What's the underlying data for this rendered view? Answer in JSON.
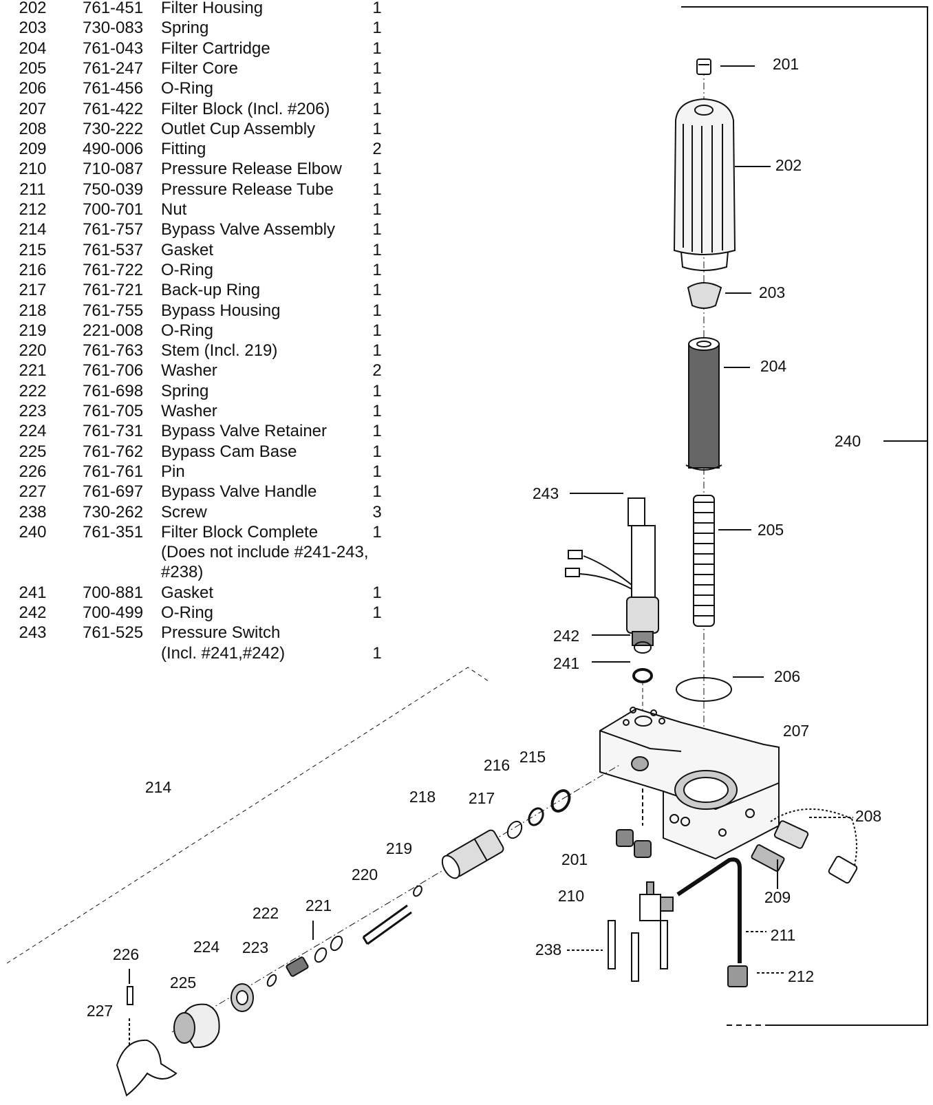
{
  "parts_list": [
    {
      "no": "202",
      "part": "761-451",
      "desc": "Filter Housing",
      "qty": "1"
    },
    {
      "no": "203",
      "part": "730-083",
      "desc": "Spring",
      "qty": "1"
    },
    {
      "no": "204",
      "part": "761-043",
      "desc": "Filter Cartridge",
      "qty": "1"
    },
    {
      "no": "205",
      "part": "761-247",
      "desc": "Filter Core",
      "qty": "1"
    },
    {
      "no": "206",
      "part": "761-456",
      "desc": "O-Ring",
      "qty": "1"
    },
    {
      "no": "207",
      "part": "761-422",
      "desc": "Filter Block (Incl. #206)",
      "qty": "1"
    },
    {
      "no": "208",
      "part": "730-222",
      "desc": "Outlet Cup Assembly",
      "qty": "1"
    },
    {
      "no": "209",
      "part": "490-006",
      "desc": "Fitting",
      "qty": "2"
    },
    {
      "no": "210",
      "part": "710-087",
      "desc": "Pressure Release Elbow",
      "qty": "1"
    },
    {
      "no": "211",
      "part": "750-039",
      "desc": "Pressure Release Tube",
      "qty": "1"
    },
    {
      "no": "212",
      "part": "700-701",
      "desc": "Nut",
      "qty": "1"
    },
    {
      "no": "214",
      "part": "761-757",
      "desc": "Bypass Valve Assembly",
      "qty": "1"
    },
    {
      "no": "215",
      "part": "761-537",
      "desc": "Gasket",
      "qty": "1"
    },
    {
      "no": "216",
      "part": "761-722",
      "desc": "O-Ring",
      "qty": "1"
    },
    {
      "no": "217",
      "part": "761-721",
      "desc": "Back-up Ring",
      "qty": "1"
    },
    {
      "no": "218",
      "part": "761-755",
      "desc": "Bypass Housing",
      "qty": "1"
    },
    {
      "no": "219",
      "part": "221-008",
      "desc": "O-Ring",
      "qty": "1"
    },
    {
      "no": "220",
      "part": "761-763",
      "desc": "Stem (Incl. 219)",
      "qty": "1"
    },
    {
      "no": "221",
      "part": "761-706",
      "desc": "Washer",
      "qty": "2"
    },
    {
      "no": "222",
      "part": "761-698",
      "desc": "Spring",
      "qty": "1"
    },
    {
      "no": "223",
      "part": "761-705",
      "desc": "Washer",
      "qty": "1"
    },
    {
      "no": "224",
      "part": "761-731",
      "desc": "Bypass Valve Retainer",
      "qty": "1"
    },
    {
      "no": "225",
      "part": "761-762",
      "desc": "Bypass Cam Base",
      "qty": "1"
    },
    {
      "no": "226",
      "part": "761-761",
      "desc": "Pin",
      "qty": "1"
    },
    {
      "no": "227",
      "part": "761-697",
      "desc": "Bypass Valve Handle",
      "qty": "1"
    },
    {
      "no": "238",
      "part": "730-262",
      "desc": "Screw",
      "qty": "3"
    },
    {
      "no": "240",
      "part": "761-351",
      "desc": "Filter Block Complete",
      "qty": "1"
    },
    {
      "no": "",
      "part": "",
      "desc": "(Does not include #241-243,",
      "qty": ""
    },
    {
      "no": "",
      "part": "",
      "desc": "#238)",
      "qty": ""
    },
    {
      "no": "241",
      "part": "700-881",
      "desc": "Gasket",
      "qty": "1"
    },
    {
      "no": "242",
      "part": "700-499",
      "desc": "O-Ring",
      "qty": "1"
    },
    {
      "no": "243",
      "part": "761-525",
      "desc": "Pressure Switch",
      "qty": ""
    },
    {
      "no": "",
      "part": "",
      "desc": "(Incl. #241,#242)",
      "qty": "1"
    }
  ],
  "callouts": {
    "c201a": "201",
    "c202": "202",
    "c203": "203",
    "c204": "204",
    "c205": "205",
    "c206": "206",
    "c207": "207",
    "c208": "208",
    "c209": "209",
    "c210": "210",
    "c211": "211",
    "c212": "212",
    "c214": "214",
    "c215": "215",
    "c216": "216",
    "c217": "217",
    "c218": "218",
    "c219": "219",
    "c220": "220",
    "c221": "221",
    "c222": "222",
    "c223": "223",
    "c224": "224",
    "c225": "225",
    "c226": "226",
    "c227": "227",
    "c238": "238",
    "c240": "240",
    "c241": "241",
    "c242": "242",
    "c243": "243",
    "c201b": "201"
  }
}
